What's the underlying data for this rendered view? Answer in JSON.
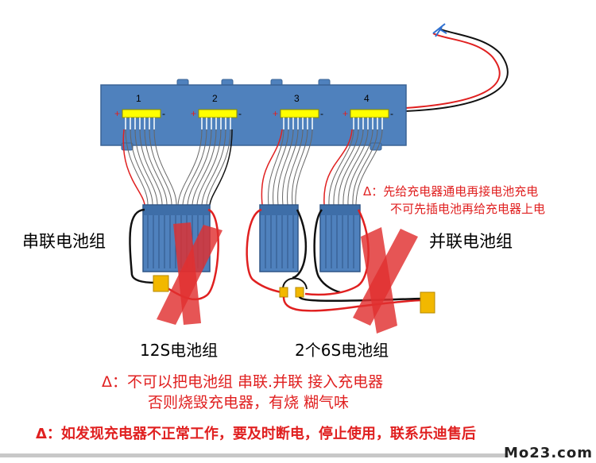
{
  "charger": {
    "ports": [
      "1",
      "2",
      "3",
      "4"
    ],
    "plus": "+",
    "minus": "-"
  },
  "warnings": {
    "top_line1": "Δ：先给充电器通电再接电池充电",
    "top_line2": "不可先插电池再给充电器上电",
    "mid_line1": "Δ：不可以把电池组  串联.并联  接入充电器",
    "mid_line2": "否则烧毁充电器，有烧  糊气味",
    "bottom": "Δ：如发现充电器不正常工作，要及时断电，停止使用，联系乐迪售后"
  },
  "labels": {
    "series_pack": "串联电池组",
    "parallel_pack": "并联电池组",
    "pack_12s": "12S电池组",
    "pack_6s": "2个6S电池组"
  },
  "watermark": "Mo23.com",
  "colors": {
    "charger_body": "#4f81bd",
    "connector": "#ffff00",
    "wire_red": "#e02020",
    "wire_black": "#111111",
    "cross": "#e03030",
    "xt60": "#f2b800"
  }
}
